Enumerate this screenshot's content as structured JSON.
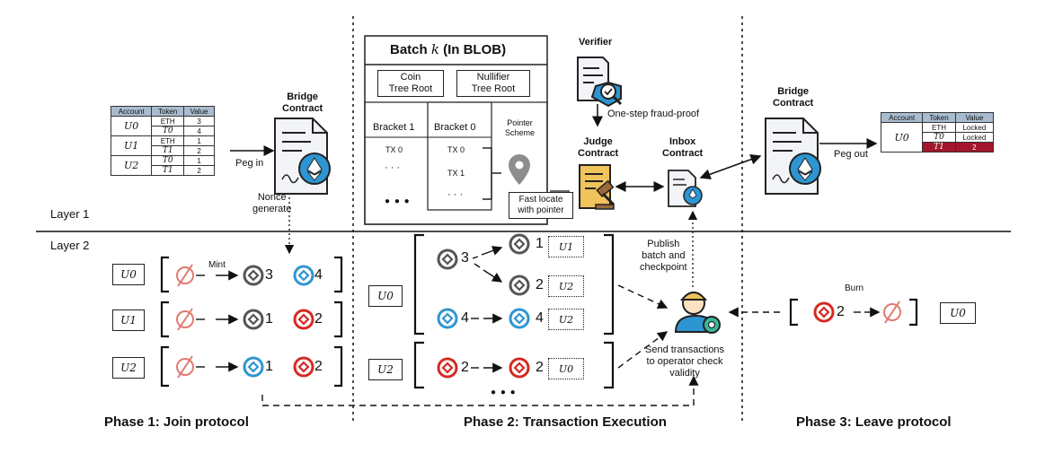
{
  "layers": {
    "layer1": "Layer 1",
    "layer2": "Layer 2"
  },
  "phases": {
    "phase1": "Phase 1: Join protocol",
    "phase2": "Phase 2: Transaction Execution",
    "phase3": "Phase 3: Leave protocol"
  },
  "left_table": {
    "headers": [
      "Account",
      "Token",
      "Value"
    ],
    "rows": [
      {
        "account": "U0",
        "entries": [
          {
            "token": "ETH",
            "value": "3"
          },
          {
            "token": "T0",
            "value": "4"
          }
        ]
      },
      {
        "account": "U1",
        "entries": [
          {
            "token": "ETH",
            "value": "1"
          },
          {
            "token": "T1",
            "value": "2"
          }
        ]
      },
      {
        "account": "U2",
        "entries": [
          {
            "token": "T0",
            "value": "1"
          },
          {
            "token": "T1",
            "value": "2"
          }
        ]
      }
    ]
  },
  "right_table": {
    "headers": [
      "Account",
      "Token",
      "Value"
    ],
    "account": "U0",
    "entries": [
      {
        "token": "ETH",
        "value": "Locked"
      },
      {
        "token": "T0",
        "value": "Locked"
      },
      {
        "token": "T1",
        "value": "2",
        "highlight": true
      }
    ]
  },
  "labels": {
    "bridge_left": "Bridge\nContract",
    "bridge_right": "Bridge\nContract",
    "peg_in": "Peg in",
    "peg_out": "Peg out",
    "nonce": "Nonce\ngenerate",
    "mint": "Mint",
    "burn": "Burn",
    "verifier": "Verifier",
    "fraud_proof": "One-step fraud-proof",
    "judge": "Judge\nContract",
    "inbox": "Inbox\nContract",
    "publish": "Publish\nbatch and\ncheckpoint",
    "send_tx": "Send transactions\nto operator check\nvalidity",
    "pointer_scheme": "Pointer\nScheme",
    "fast_locate": "Fast locate\nwith pointer"
  },
  "batch": {
    "title_prefix": "Batch ",
    "title_var": "k",
    "title_suffix": " (In BLOB)",
    "coin_root": "Coin\nTree Root",
    "nullifier_root": "Nullifier\nTree Root",
    "bracket1": "Bracket 1",
    "bracket0": "Bracket 0",
    "b1_items": [
      "TX 0",
      "· · ·"
    ],
    "b0_items": [
      "TX 0",
      "TX 1",
      "· · ·"
    ],
    "more": "● ● ●"
  },
  "phase1_rows": [
    {
      "user": "U0",
      "coins": [
        {
          "color": "#555555",
          "value": "3"
        },
        {
          "color": "#2e95d3",
          "value": "4"
        }
      ]
    },
    {
      "user": "U1",
      "coins": [
        {
          "color": "#555555",
          "value": "1"
        },
        {
          "color": "#d42a22",
          "value": "2"
        }
      ]
    },
    {
      "user": "U2",
      "coins": [
        {
          "color": "#2e95d3",
          "value": "1"
        },
        {
          "color": "#d42a22",
          "value": "2"
        }
      ]
    }
  ],
  "phase2": {
    "user_top": "U0",
    "user_bottom": "U2",
    "top_group": [
      {
        "in_color": "#555555",
        "in_value": "3",
        "outs": [
          {
            "color": "#555555",
            "value": "1",
            "to": "U1"
          },
          {
            "color": "#555555",
            "value": "2",
            "to": "U2"
          }
        ]
      },
      {
        "in_color": "#2e95d3",
        "in_value": "4",
        "outs": [
          {
            "color": "#2e95d3",
            "value": "4",
            "to": "U2"
          }
        ]
      }
    ],
    "bottom_group": {
      "in_color": "#d42a22",
      "in_value": "2",
      "out_value": "2",
      "to": "U0"
    },
    "more": "● ● ●"
  },
  "phase3": {
    "user": "U0",
    "coin_color": "#d42a22",
    "value": "2"
  },
  "colors": {
    "gray": "#555555",
    "blue": "#2e95d3",
    "red": "#d42a22",
    "table_header": "#a9bccf",
    "table_highlight": "#a3152a"
  }
}
